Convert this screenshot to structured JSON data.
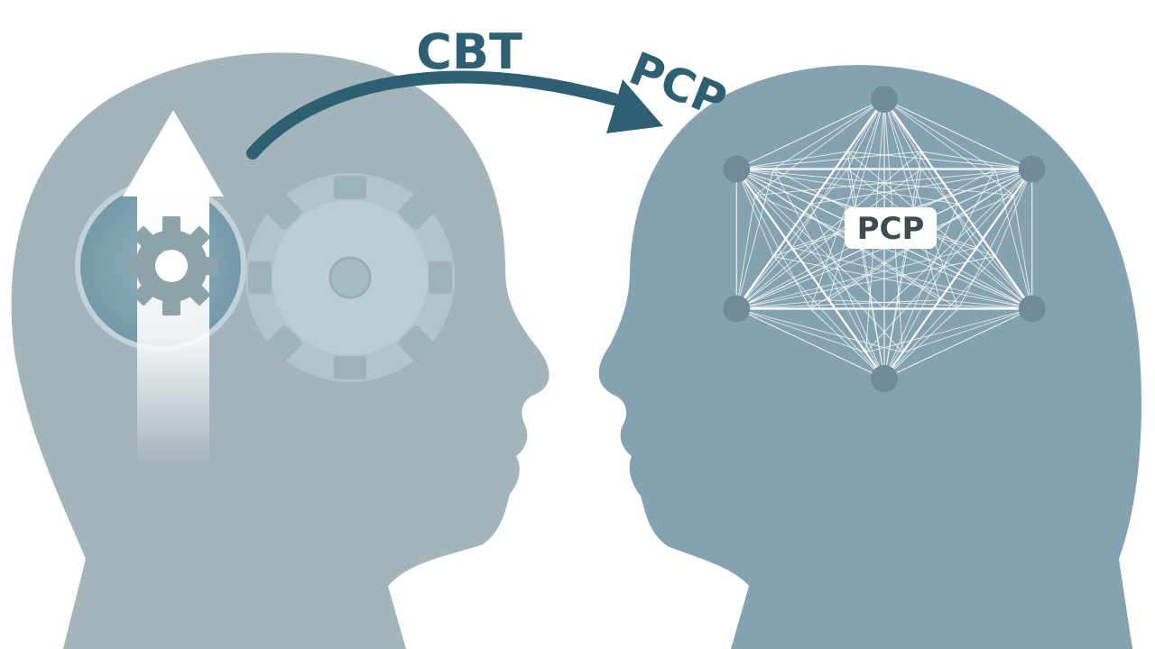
{
  "labels": {
    "arrow_left": "CBT",
    "arrow_right": "PCP",
    "network_label": "PCP"
  },
  "colors": {
    "background": "#ffffff",
    "left_head": "#a3b4bb",
    "right_head": "#84a2af",
    "arrow": "#2f5f73",
    "label_text": "#2f5f73",
    "gear_large": "#b6c8ce",
    "gear_large_teeth": "#9fb3ba",
    "gear_small": "#8ea2aa",
    "node": "#6f8b98",
    "network_lines": "#ffffff"
  },
  "icons": [
    "up-arrow-icon",
    "small-gear-icon",
    "large-gear-icon",
    "curved-arrow-icon",
    "network-star-icon"
  ]
}
